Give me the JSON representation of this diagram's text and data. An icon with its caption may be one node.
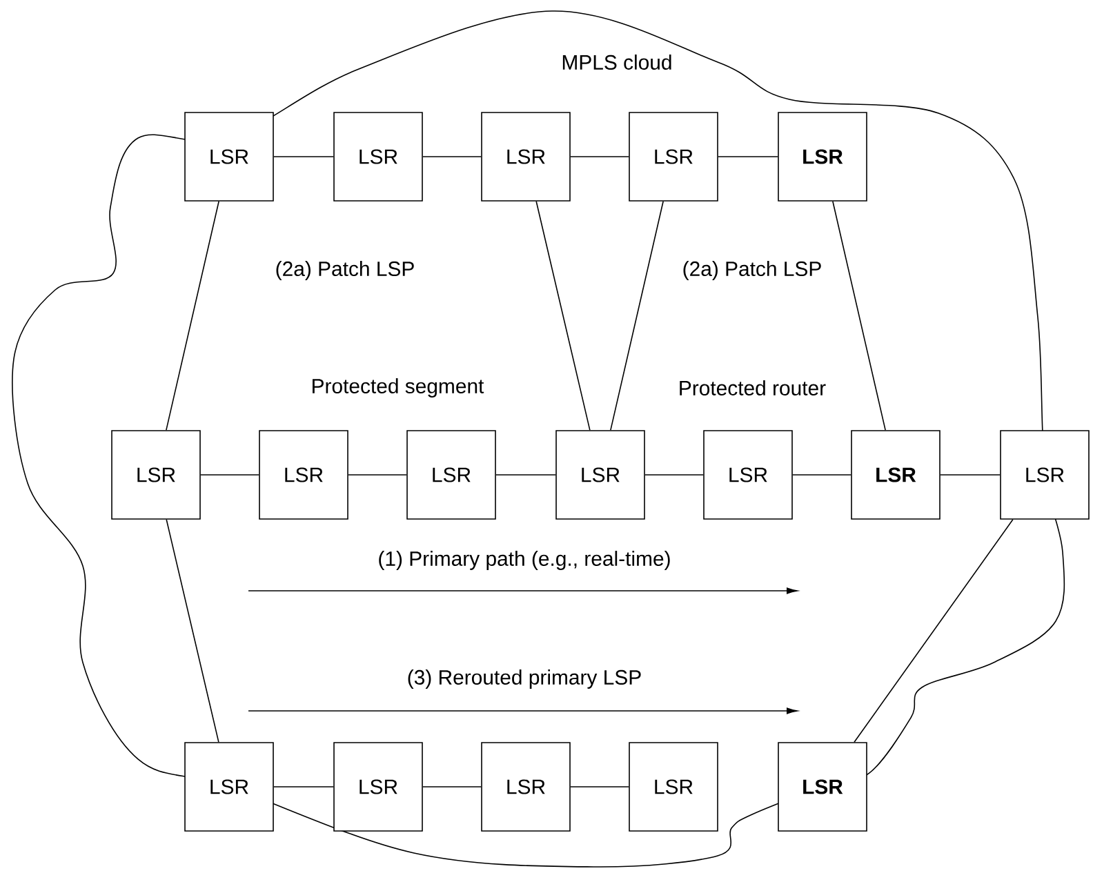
{
  "diagram": {
    "nodes": [
      {
        "text": [
          "LSR"
        ]
      },
      {
        "text": [
          "LSR"
        ]
      },
      {
        "text": [
          "LSR"
        ]
      },
      {
        "text": [
          "LSR"
        ]
      },
      {
        "text": [
          "LSR"
        ]
      },
      {
        "text": [
          "LSR"
        ]
      },
      {
        "text": [
          "LSR"
        ]
      },
      {
        "text": [
          "LSR"
        ]
      },
      {
        "text": [
          "LSR"
        ]
      },
      {
        "text": [
          "LSR"
        ]
      },
      {
        "text": [
          "LSR"
        ]
      },
      {
        "text": [
          "LSR"
        ]
      },
      {
        "text": [
          "LSR"
        ]
      },
      {
        "text": [
          "LSR"
        ]
      },
      {
        "text": [
          "LSR"
        ]
      },
      {
        "text": [
          "LSR"
        ]
      },
      {
        "text": [
          "LSR"
        ]
      }
    ],
    "edges": [
      {
        "from": 0,
        "to": 1,
        "arrow": "none"
      },
      {
        "from": 1,
        "to": 2,
        "arrow": "none"
      },
      {
        "from": 2,
        "to": 3,
        "arrow": "none"
      },
      {
        "from": 3,
        "to": 4,
        "arrow": "none"
      },
      {
        "from": 0,
        "to": 5,
        "arrow": "none"
      },
      {
        "from": 2,
        "to": 8,
        "arrow": "none"
      },
      {
        "from": 3,
        "to": 8,
        "arrow": "none"
      },
      {
        "from": 4,
        "to": 10,
        "arrow": "none"
      },
      {
        "from": 5,
        "to": 6,
        "arrow": "none"
      },
      {
        "from": 6,
        "to": 7,
        "arrow": "none"
      },
      {
        "from": 7,
        "to": 8,
        "arrow": "none"
      },
      {
        "from": 8,
        "to": 9,
        "arrow": "none"
      },
      {
        "from": 9,
        "to": 10,
        "arrow": "none"
      },
      {
        "from": 10,
        "to": 11,
        "arrow": "none"
      },
      {
        "from": 5,
        "to": 12,
        "arrow": "none"
      },
      {
        "from": 11,
        "to": 16,
        "arrow": "none"
      },
      {
        "from": 12,
        "to": 13,
        "arrow": "none"
      },
      {
        "from": 13,
        "to": 14,
        "arrow": "none"
      },
      {
        "from": 14,
        "to": 15,
        "arrow": "none"
      }
    ],
    "labels": [
      "MPLS cloud",
      "(2a) Patch LSP",
      "(2a) Patch LSP",
      "Protected segment",
      "Protected router",
      "(1) Primary path (e.g., real-time)",
      "(3) Rerouted primary LSP"
    ]
  }
}
